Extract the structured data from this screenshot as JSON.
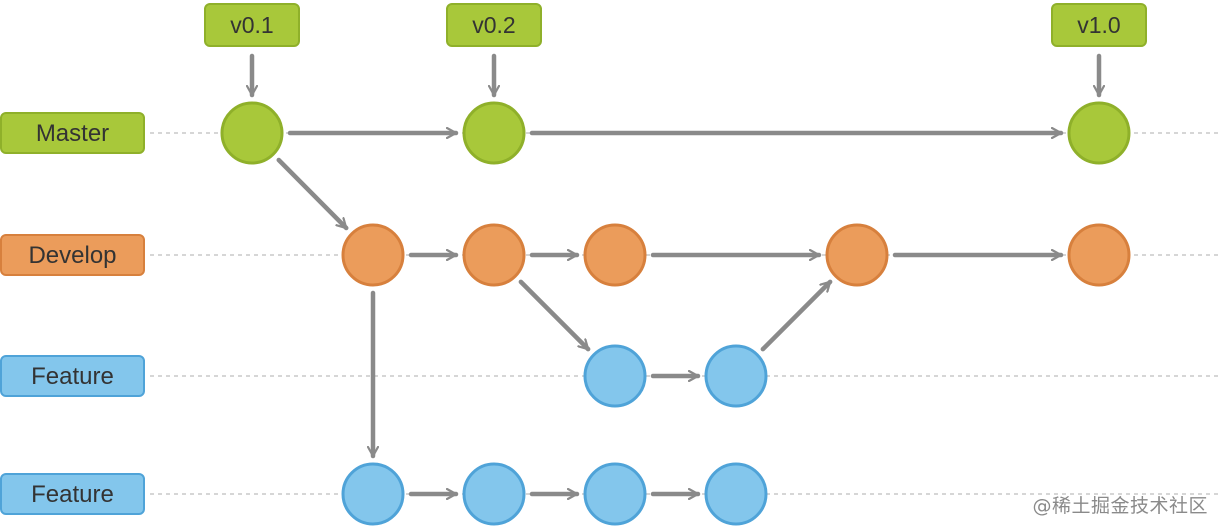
{
  "colors": {
    "master_fill": "#a8c83a",
    "master_stroke": "#8fb02a",
    "develop_fill": "#eb9c5b",
    "develop_stroke": "#d7803d",
    "feature_fill": "#83c6ec",
    "feature_stroke": "#4fa3d8",
    "arrow": "#8a8a8a",
    "guide": "#c8c8c8",
    "text": "#333333"
  },
  "lanes": [
    {
      "id": "master",
      "label": "Master"
    },
    {
      "id": "develop",
      "label": "Develop"
    },
    {
      "id": "feature1",
      "label": "Feature"
    },
    {
      "id": "feature2",
      "label": "Feature"
    }
  ],
  "tags": [
    {
      "label": "v0.1",
      "commit": "m1"
    },
    {
      "label": "v0.2",
      "commit": "m2"
    },
    {
      "label": "v1.0",
      "commit": "m3"
    }
  ],
  "commits": [
    {
      "id": "m1",
      "lane": "master",
      "col": 0
    },
    {
      "id": "m2",
      "lane": "master",
      "col": 2
    },
    {
      "id": "m3",
      "lane": "master",
      "col": 7
    },
    {
      "id": "d1",
      "lane": "develop",
      "col": 1
    },
    {
      "id": "d2",
      "lane": "develop",
      "col": 2
    },
    {
      "id": "d3",
      "lane": "develop",
      "col": 3
    },
    {
      "id": "d4",
      "lane": "develop",
      "col": 5
    },
    {
      "id": "d5",
      "lane": "develop",
      "col": 7
    },
    {
      "id": "f1",
      "lane": "feature1",
      "col": 3
    },
    {
      "id": "f2",
      "lane": "feature1",
      "col": 4
    },
    {
      "id": "g1",
      "lane": "feature2",
      "col": 1
    },
    {
      "id": "g2",
      "lane": "feature2",
      "col": 2
    },
    {
      "id": "g3",
      "lane": "feature2",
      "col": 3
    },
    {
      "id": "g4",
      "lane": "feature2",
      "col": 4
    }
  ],
  "edges": [
    [
      "m1",
      "m2"
    ],
    [
      "m2",
      "m3"
    ],
    [
      "m1",
      "d1"
    ],
    [
      "d1",
      "d2"
    ],
    [
      "d2",
      "d3"
    ],
    [
      "d3",
      "d4"
    ],
    [
      "d4",
      "d5"
    ],
    [
      "d2",
      "f1"
    ],
    [
      "f1",
      "f2"
    ],
    [
      "f2",
      "d4"
    ],
    [
      "d1",
      "g1"
    ],
    [
      "g1",
      "g2"
    ],
    [
      "g2",
      "g3"
    ],
    [
      "g3",
      "g4"
    ]
  ],
  "watermark": "@稀土掘金技术社区"
}
